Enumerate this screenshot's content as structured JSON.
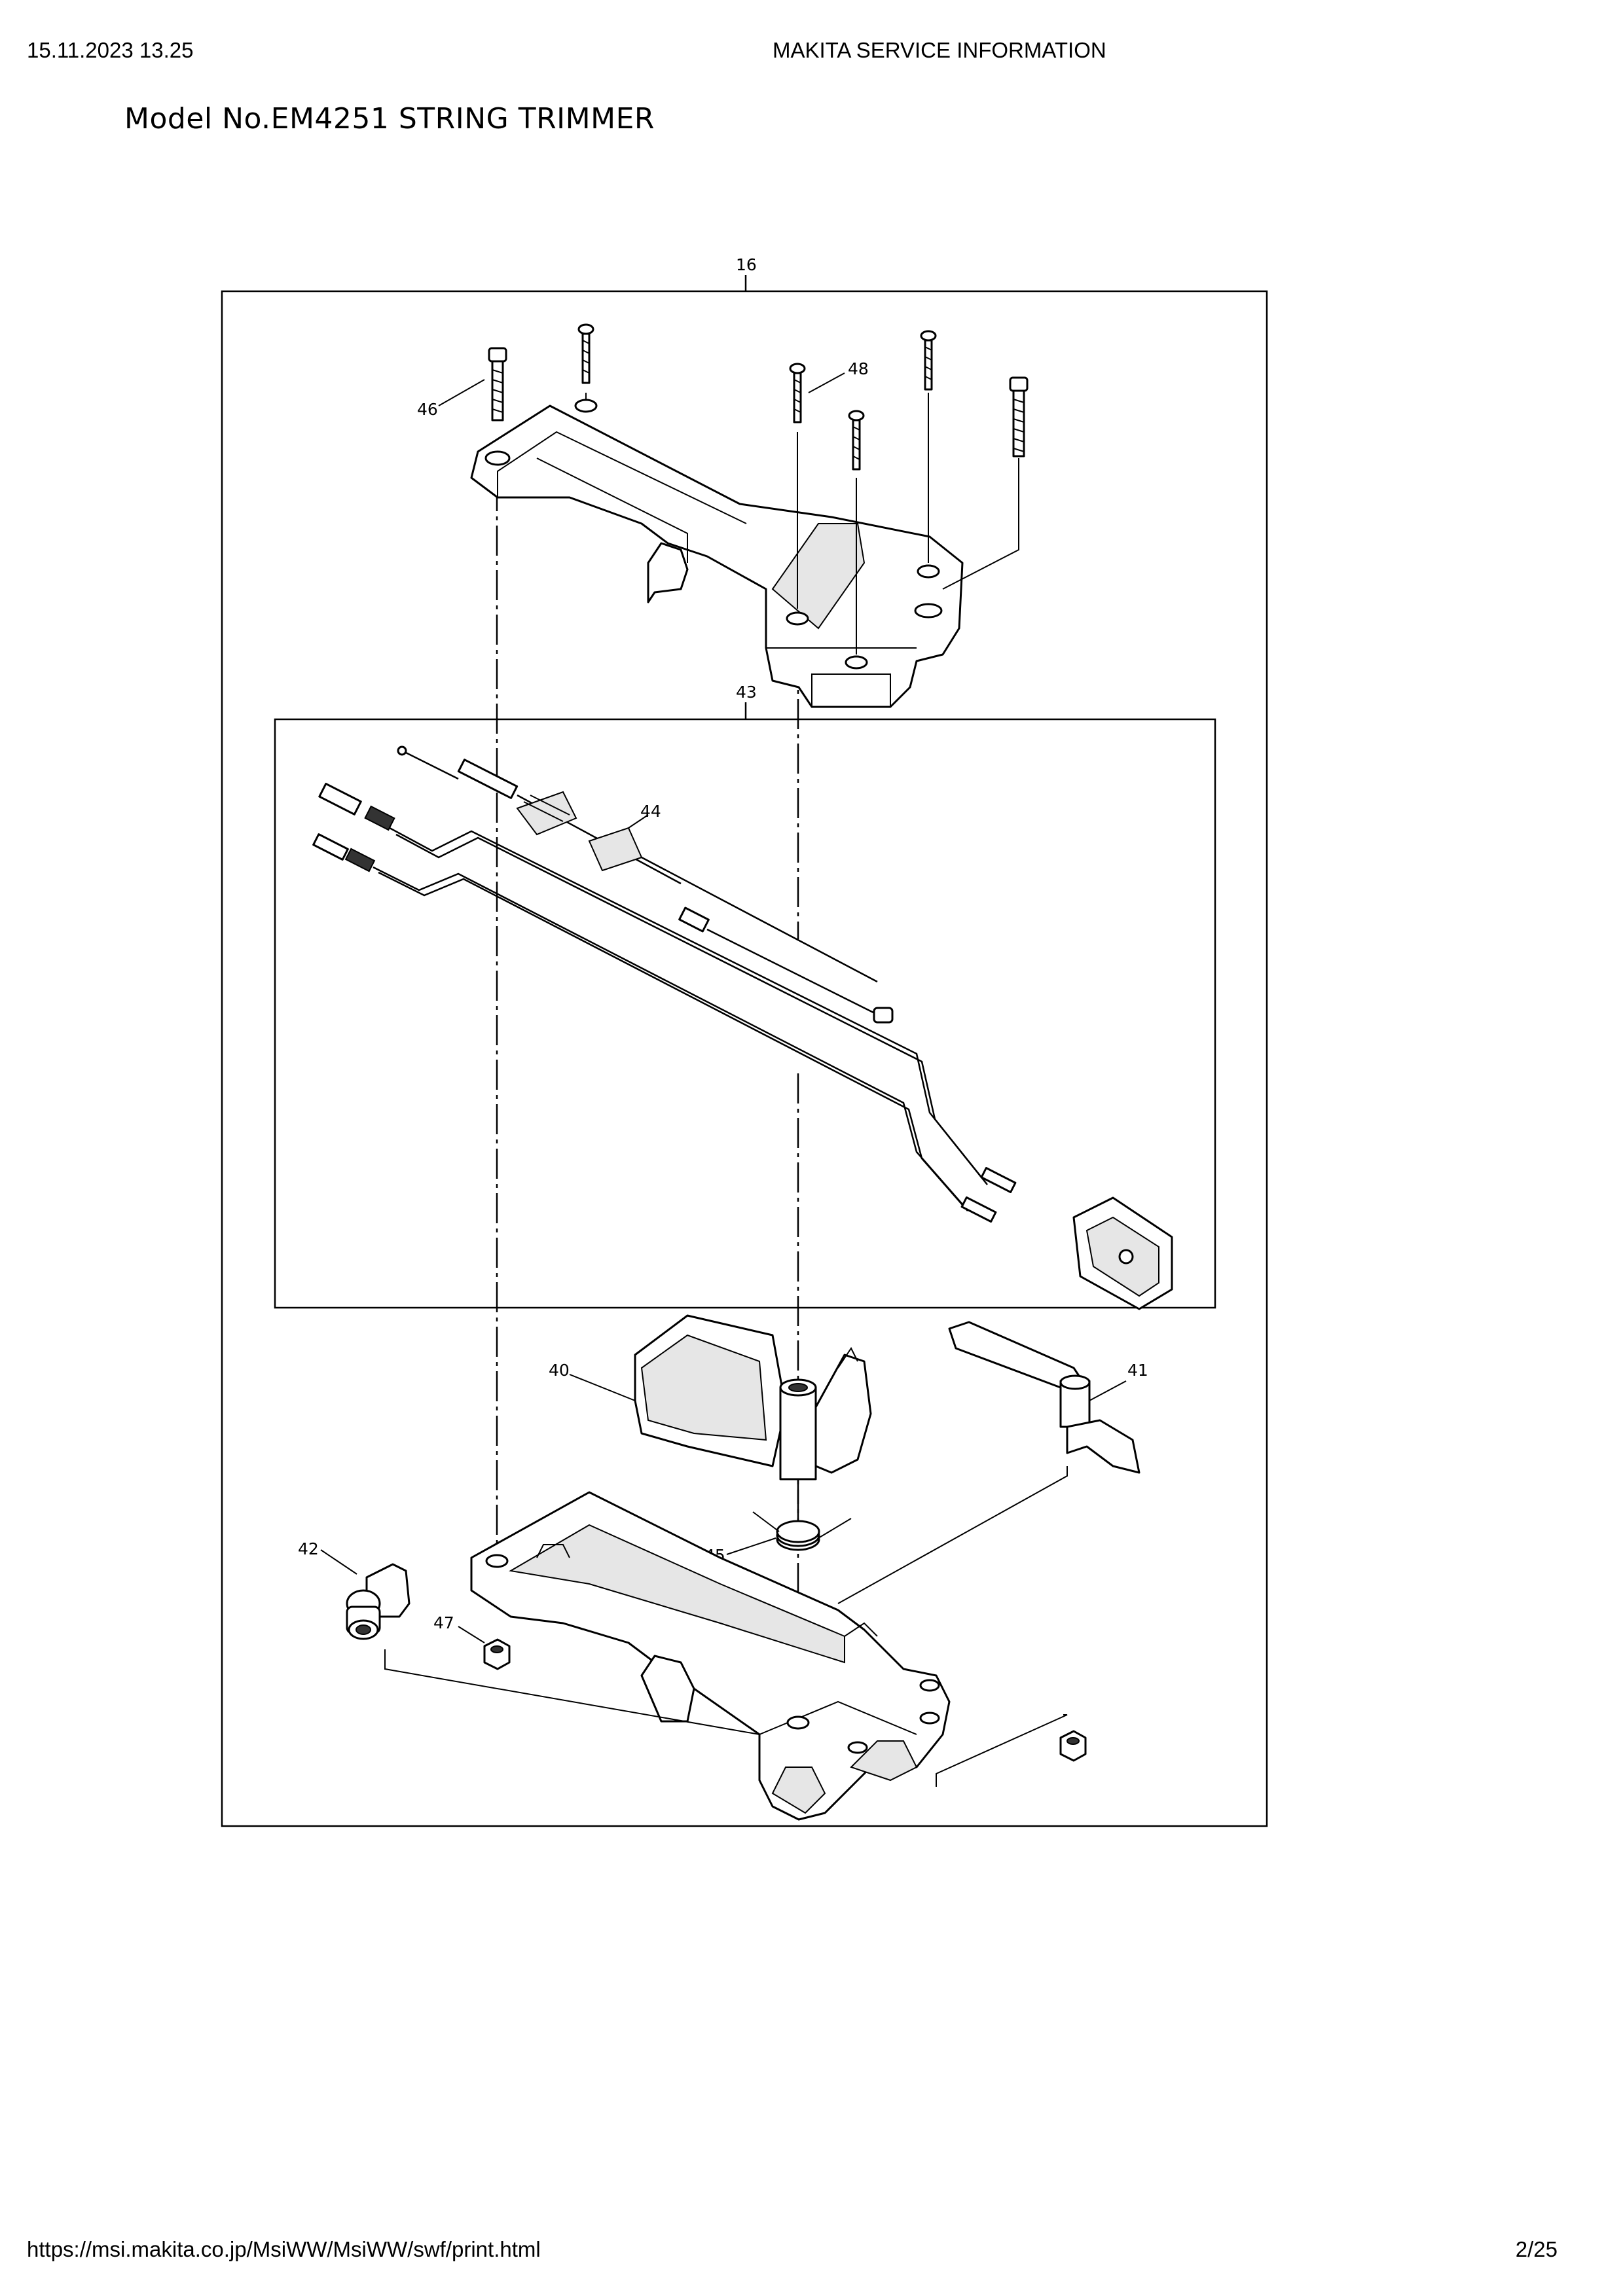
{
  "header": {
    "datetime": "15.11.2023 13.25",
    "title": "MAKITA SERVICE INFORMATION"
  },
  "document": {
    "title": "Model No.EM4251 STRING TRIMMER"
  },
  "footer": {
    "url": "https://msi.makita.co.jp/MsiWW/MsiWW/swf/print.html",
    "page": "2/25"
  },
  "diagram": {
    "callouts": {
      "assembly": "16",
      "handle_bolt": "46",
      "screw": "48",
      "cable_set": "43",
      "throttle_cable": "44",
      "throttle_lever": "40",
      "lock_lever": "41",
      "switch": "42",
      "spring": "45",
      "nut": "47"
    }
  }
}
